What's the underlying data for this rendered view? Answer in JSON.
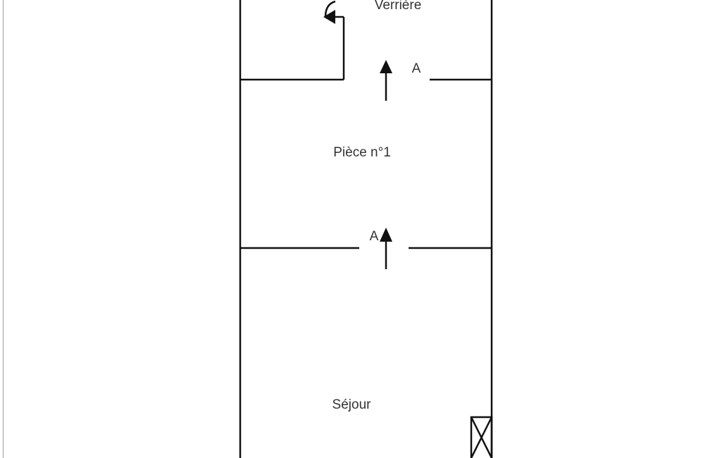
{
  "rooms": {
    "verriere": "Verrière",
    "piece1": "Pièce n°1",
    "sejour": "Séjour"
  },
  "markers": {
    "top_arrow_label": "A",
    "middle_arrow_label": "A"
  },
  "colors": {
    "wall": "#111111",
    "border": "#999999"
  }
}
